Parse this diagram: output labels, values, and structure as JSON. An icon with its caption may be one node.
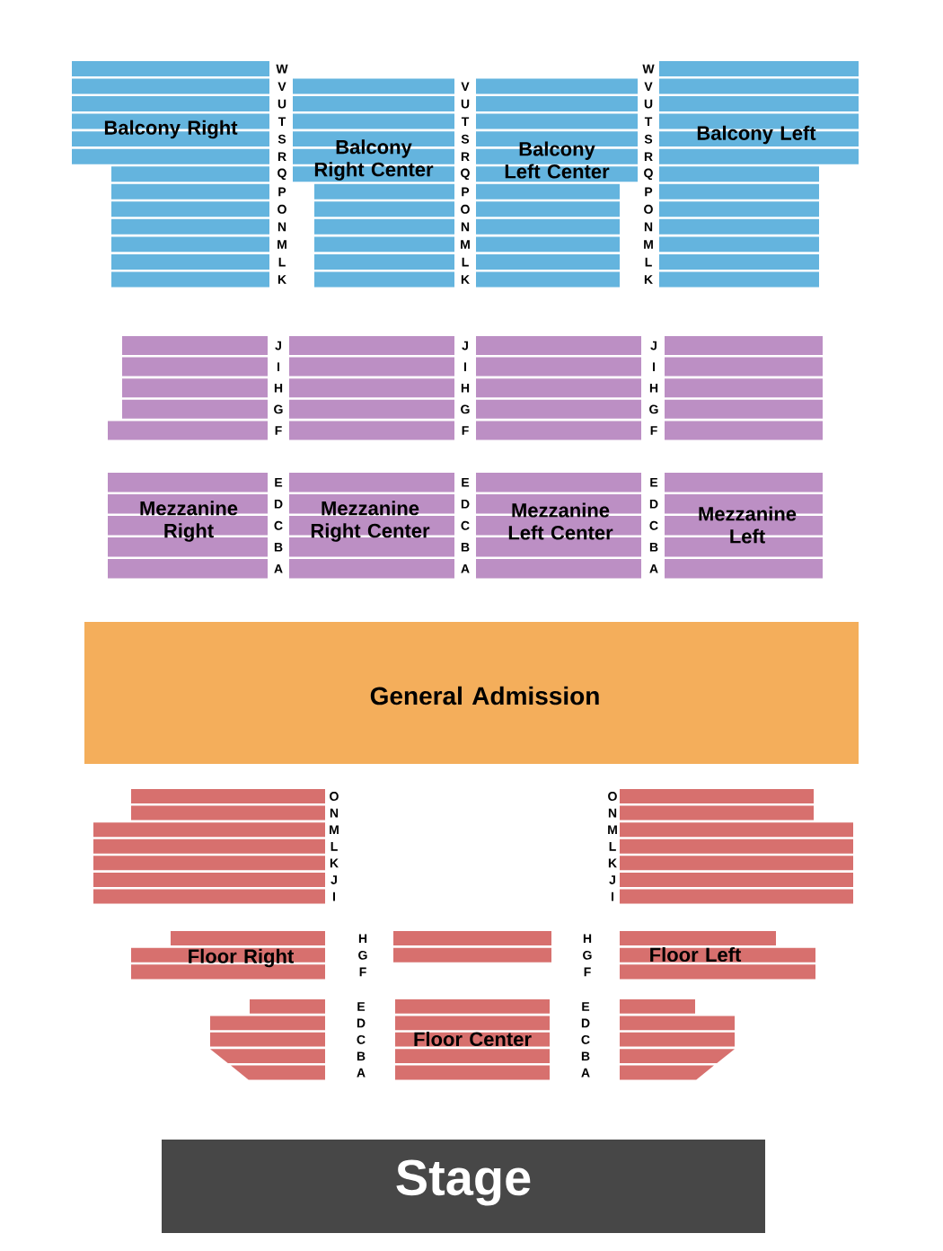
{
  "diagram": {
    "nodes": [
      {
        "text": [
          "Balcony Right"
        ]
      },
      {
        "text": [
          "Balcony Right Center"
        ]
      },
      {
        "text": [
          "Balcony Left Center"
        ]
      },
      {
        "text": [
          "Balcony Left"
        ]
      },
      {
        "text": [],
        "shape": "box"
      },
      {
        "text": [],
        "shape": "box"
      },
      {
        "text": [],
        "shape": "box"
      },
      {
        "text": [],
        "shape": "box"
      },
      {
        "text": [
          "Mezzanine Right"
        ]
      },
      {
        "text": [
          "Mezzanine Right Center"
        ]
      },
      {
        "text": [
          "Mezzanine Left Center"
        ]
      },
      {
        "text": [
          "Mezzanine Left"
        ]
      },
      {
        "text": [
          "General Admission"
        ]
      },
      {
        "text": [],
        "shape": "box"
      },
      {
        "text": [],
        "shape": "box"
      },
      {
        "text": [
          "Floor Right"
        ]
      },
      {
        "text": [],
        "shape": "box"
      },
      {
        "text": [
          "Floor Left"
        ]
      },
      {
        "text": [],
        "shape": "box"
      },
      {
        "text": [
          "Floor Center"
        ]
      },
      {
        "text": [],
        "shape": "box"
      },
      {
        "text": [
          "Stage"
        ]
      }
    ],
    "edges": [],
    "labels": [
      "W",
      "W",
      "V",
      "V",
      "V",
      "U",
      "U",
      "U",
      "T",
      "T",
      "T",
      "S",
      "S",
      "S",
      "R",
      "R",
      "R",
      "Q",
      "Q",
      "Q",
      "P",
      "P",
      "P",
      "O",
      "O",
      "O",
      "N",
      "N",
      "N",
      "M",
      "M",
      "M",
      "L",
      "L",
      "L",
      "K",
      "K",
      "K",
      "J",
      "J",
      "J",
      "I",
      "I",
      "I",
      "H",
      "H",
      "H",
      "G",
      "G",
      "G",
      "F",
      "F",
      "F",
      "E",
      "E",
      "E",
      "D",
      "D",
      "D",
      "C",
      "C",
      "C",
      "B",
      "B",
      "B",
      "A",
      "A",
      "A",
      "O",
      "O",
      "N",
      "N",
      "M",
      "M",
      "L",
      "L",
      "K",
      "K",
      "J",
      "J",
      "I",
      "I",
      "H",
      "H",
      "G",
      "G",
      "F",
      "F",
      "E",
      "E",
      "D",
      "D",
      "C",
      "C",
      "B",
      "B",
      "A",
      "A"
    ]
  }
}
